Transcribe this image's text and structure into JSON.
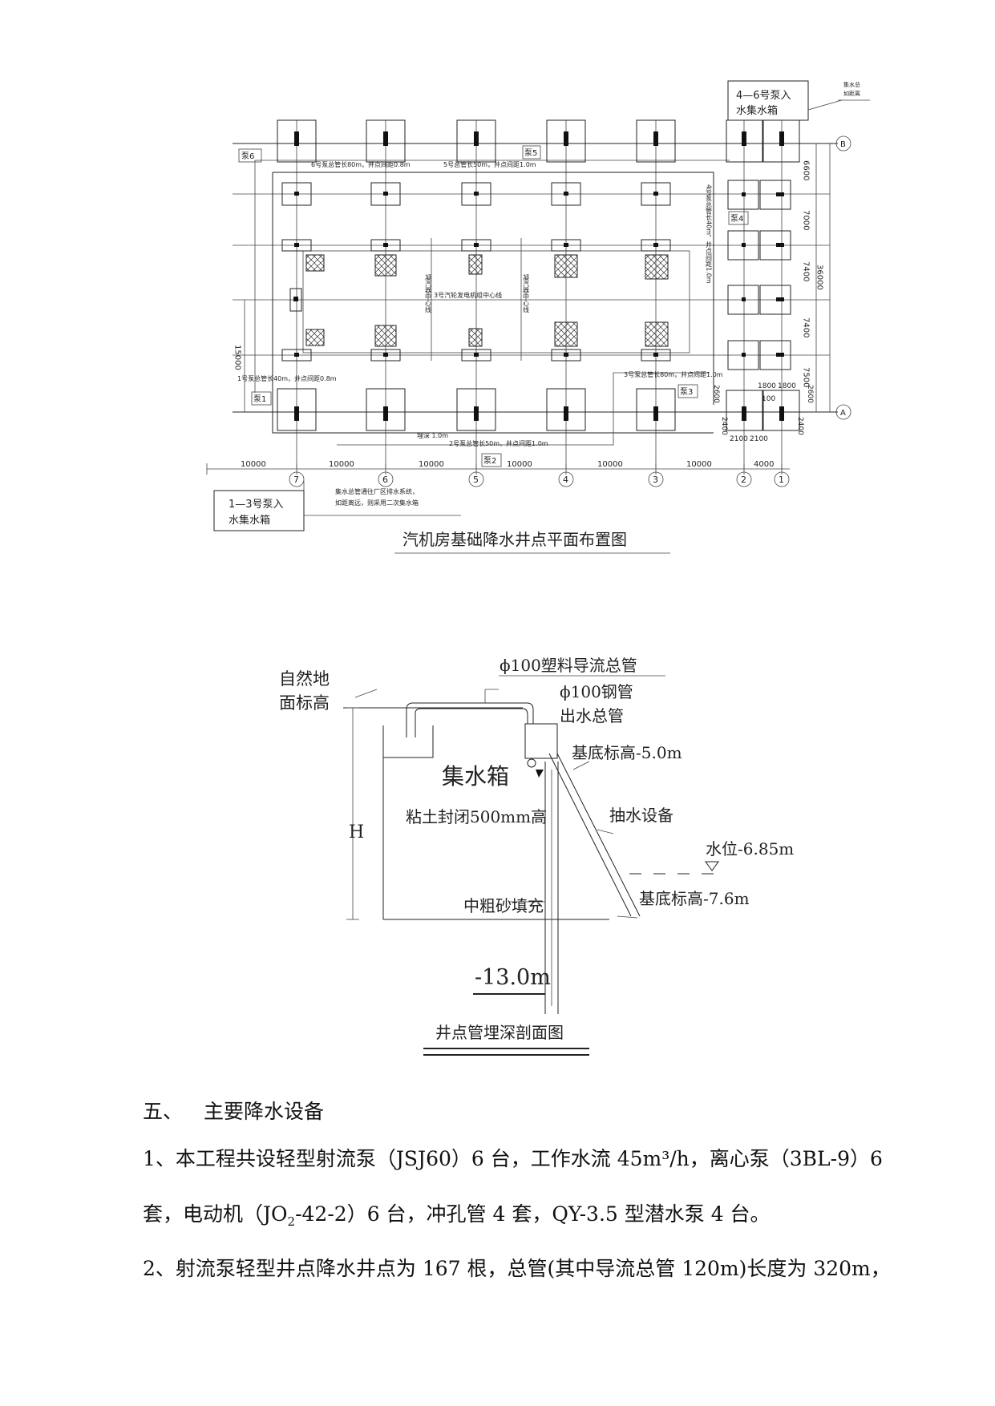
{
  "plan": {
    "title": "汽机房基础降水井点平面布置图",
    "box_46": [
      "4—6号泵入",
      "水集水箱"
    ],
    "box_46_note": [
      "集水总",
      "如距离"
    ],
    "box_13": [
      "1—3号泵入",
      "水集水箱"
    ],
    "box_13_note": [
      "集水总管通往厂区排水系统，",
      "如距离远，则采用二次集水箱"
    ],
    "pumps": [
      "泵6",
      "泵5",
      "泵4",
      "泵1",
      "泵3",
      "泵2"
    ],
    "pipe_notes": [
      "6号泵总管长80m，井点间距0.8m",
      "5号总管长50m，井点间距1.0m",
      "4号泵总管长40m，井点间距1.0m",
      "1号泵总管长40m，井点间距0.8m",
      "3号泵总管长80m，井点间距1.0m",
      "埋深 1.0m",
      "2号泵总管长50m，井点间距1.0m"
    ],
    "center_labels": [
      "凝汽器中心线",
      "3号汽轮发电机组中心线",
      "凝汽器中心线"
    ],
    "dims_bottom": [
      "10000",
      "10000",
      "10000",
      "10000",
      "10000",
      "10000",
      "4000"
    ],
    "axis_numbers": [
      "7",
      "6",
      "5",
      "4",
      "3",
      "2",
      "1"
    ],
    "axis_letters": [
      "B",
      "A"
    ],
    "dims_right": [
      "6600",
      "7000",
      "7400",
      "7400",
      "7500"
    ],
    "dim_total_right": "36000",
    "dim_left": "15000",
    "dims_small": [
      "1800",
      "1800",
      "100",
      "2400",
      "2400",
      "2100",
      "2100",
      "2600",
      "2600"
    ]
  },
  "section": {
    "title": "井点管埋深剖面图",
    "labels": {
      "ground": [
        "自然地",
        "面标高"
      ],
      "plastic_pipe": "ϕ100塑料导流总管",
      "steel_pipe": [
        "ϕ100钢管",
        "出水总管"
      ],
      "base_5": "基底标高-5.0m",
      "tank": "集水箱",
      "clay": "粘土封闭500mm高",
      "pump": "抽水设备",
      "water": "水位-6.85m",
      "H": "H",
      "base_76": "基底标高-7.6m",
      "sand": "中粗砂填充",
      "depth": "-13.0m"
    }
  },
  "text": {
    "heading_num": "五、",
    "heading": "主要降水设备",
    "p1_line1": "1、本工程共设轻型射流泵（JSJ60）6 台，工作水流 45m³/h，离心泵（3BL-9）6",
    "p1_line2_a": "套，电动机（JO",
    "p1_line2_sub": "2",
    "p1_line2_b": "-42-2）6 台，冲孔管 4 套，QY-3.5 型潜水泵 4 台。",
    "p2_line1": "2、射流泵轻型井点降水井点为 167 根，总管(其中导流总管 120m)长度为 320m，"
  }
}
